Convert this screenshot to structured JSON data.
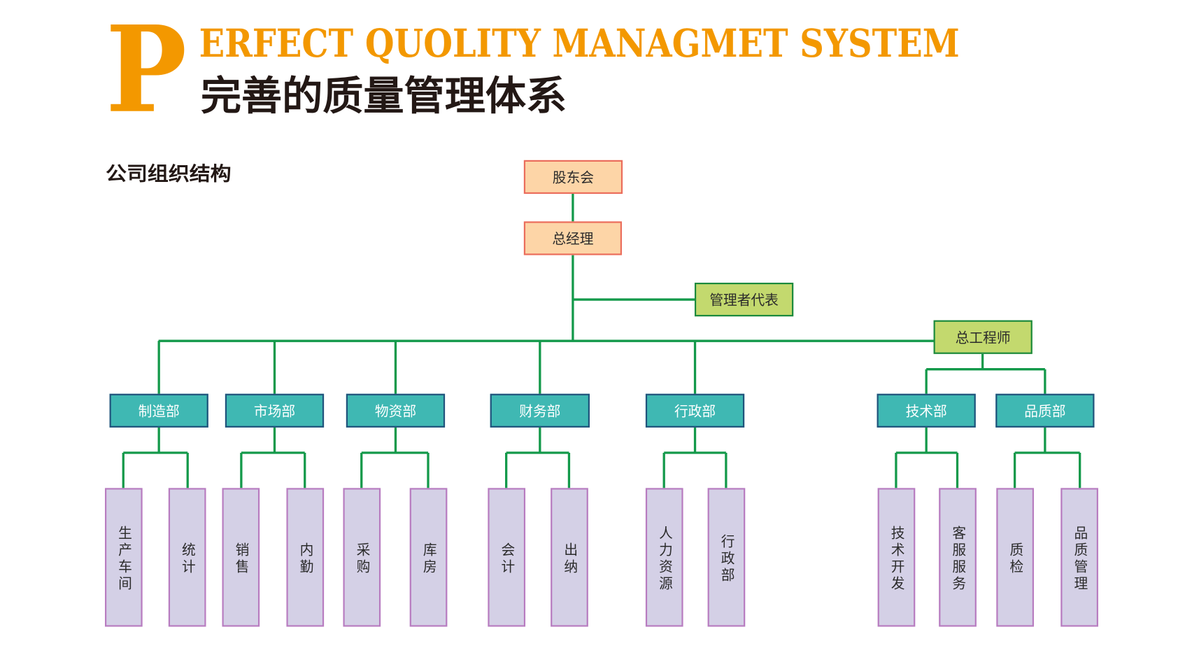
{
  "header": {
    "initial": "P",
    "title_rest": "ERFECT QUOLITY MANAGMET SYSTEM",
    "title_cn": "完善的质量管理体系"
  },
  "section_title": "公司组织结构",
  "colors": {
    "accent": "#F39800",
    "top_fill": "#FDD5A7",
    "top_border": "#EB6D5C",
    "green_fill": "#C3D96E",
    "green_border": "#1B8A3E",
    "dept_fill": "#3FB8B3",
    "dept_border": "#21537C",
    "leaf_fill": "#D4D0E6",
    "leaf_border": "#B87CC0",
    "connector": "#13994A"
  },
  "org": {
    "shareholders": "股东会",
    "general_manager": "总经理",
    "management_representative": "管理者代表",
    "chief_engineer": "总工程师",
    "departments": [
      {
        "name": "制造部",
        "units": [
          "生产车间",
          "统计"
        ]
      },
      {
        "name": "市场部",
        "units": [
          "销售",
          "内勤"
        ]
      },
      {
        "name": "物资部",
        "units": [
          "采购",
          "库房"
        ]
      },
      {
        "name": "财务部",
        "units": [
          "会计",
          "出纳"
        ]
      },
      {
        "name": "行政部",
        "units": [
          "人力资源",
          "行政部"
        ]
      },
      {
        "name": "技术部",
        "units": [
          "技术开发",
          "客服服务"
        ]
      },
      {
        "name": "品质部",
        "units": [
          "质检",
          "品质管理"
        ]
      }
    ]
  }
}
